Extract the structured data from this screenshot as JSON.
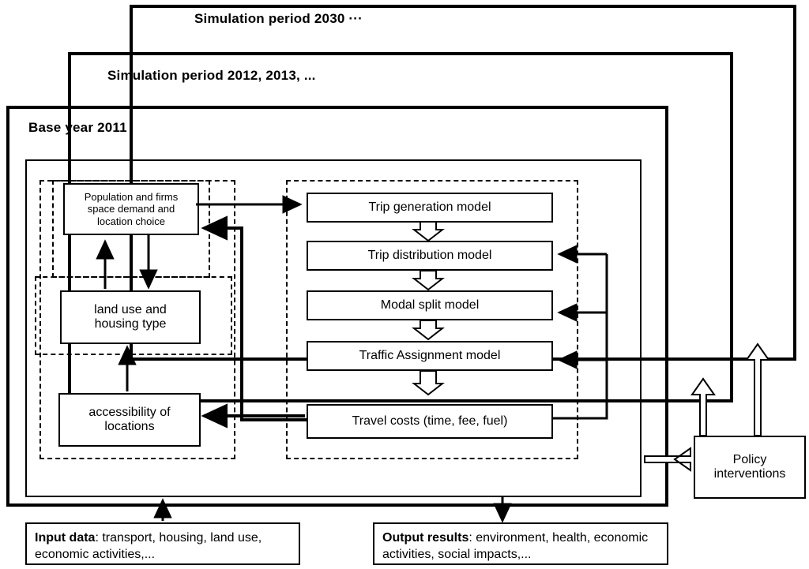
{
  "frames": [
    {
      "id": "frame-2030",
      "label": "Simulation period 2030 ···"
    },
    {
      "id": "frame-2012",
      "label": "Simulation period 2012, 2013, ..."
    },
    {
      "id": "frame-base",
      "label": "Base year 2011"
    }
  ],
  "landuse": {
    "population_box": "Population and firms space demand and location choice",
    "population_lines": [
      "Population and firms",
      "space demand and",
      "location choice"
    ],
    "landuse_box": "land use and housing type",
    "landuse_lines": [
      "land use and",
      "housing type"
    ],
    "accessibility_box": "accessibility of locations",
    "accessibility_lines": [
      "accessibility of",
      "locations"
    ]
  },
  "transport": {
    "models": [
      "Trip generation model",
      "Trip distribution model",
      "Modal split model",
      "Traffic Assignment model",
      "Travel costs (time, fee, fuel)"
    ]
  },
  "policy": {
    "lines": [
      "Policy",
      "interventions"
    ],
    "label": "Policy interventions"
  },
  "bottom": {
    "input": {
      "title": "Input data",
      "text": ": transport, housing, land use, economic activities,..."
    },
    "output": {
      "title": "Output results",
      "text": ": environment, health, economic activities, social impacts,..."
    }
  },
  "colors": {
    "stroke": "#000000",
    "background": "#ffffff"
  }
}
